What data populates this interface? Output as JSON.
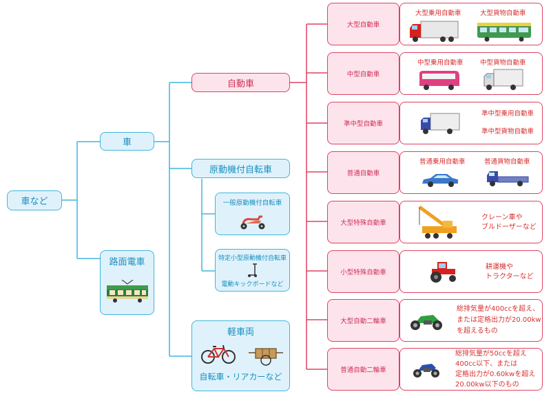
{
  "root": "車など",
  "level1": {
    "car": "車",
    "tram": "路面電車"
  },
  "level2": {
    "automobile": "自動車",
    "moped": "原動機付自転車",
    "light_vehicle": "軽車両",
    "light_vehicle_caption": "自転車・リアカーなど"
  },
  "moped_sub": [
    {
      "title": "一般原動機付自転車"
    },
    {
      "title": "特定小型原動機付自転車",
      "caption": "電動キックボードなど"
    }
  ],
  "categories": [
    {
      "label": "大型自動車",
      "details": [
        "大型乗用自動車",
        "大型貨物自動車"
      ]
    },
    {
      "label": "中型自動車",
      "details": [
        "中型乗用自動車",
        "中型貨物自動車"
      ]
    },
    {
      "label": "準中型自動車",
      "details": [
        "準中型乗用自動車",
        "準中型貨物自動車"
      ]
    },
    {
      "label": "普通自動車",
      "details": [
        "普通乗用自動車",
        "普通貨物自動車"
      ]
    },
    {
      "label": "大型特殊自動車",
      "details": [
        "クレーン車や",
        "ブルドーザーなど"
      ]
    },
    {
      "label": "小型特殊自動車",
      "details": [
        "耕運機や",
        "トラクターなど"
      ]
    },
    {
      "label": "大型自動二輪車",
      "details": [
        "総排気量が400ccを超え、",
        "または定格出力が20.00kw",
        "を超えるもの"
      ]
    },
    {
      "label": "普通自動二輪車",
      "details": [
        "総排気量が50ccを超え",
        "400cc以下、または",
        "定格出力が0.60kwを超え",
        "20.00kw以下のもの"
      ]
    }
  ],
  "colors": {
    "cyan": "#3fb5dc",
    "red": "#e04060",
    "pink_fill": "#fde4ec",
    "cyan_fill": "#dff2fb"
  },
  "icons": [
    "truck-icon",
    "bus-icon",
    "minibus-icon",
    "delivery-truck-icon",
    "box-truck-icon",
    "sedan-icon",
    "flatbed-truck-icon",
    "crane-truck-icon",
    "tractor-icon",
    "motorcycle-icon",
    "scooter-icon",
    "kick-scooter-icon",
    "bicycle-icon",
    "rear-cart-icon",
    "tram-icon"
  ]
}
